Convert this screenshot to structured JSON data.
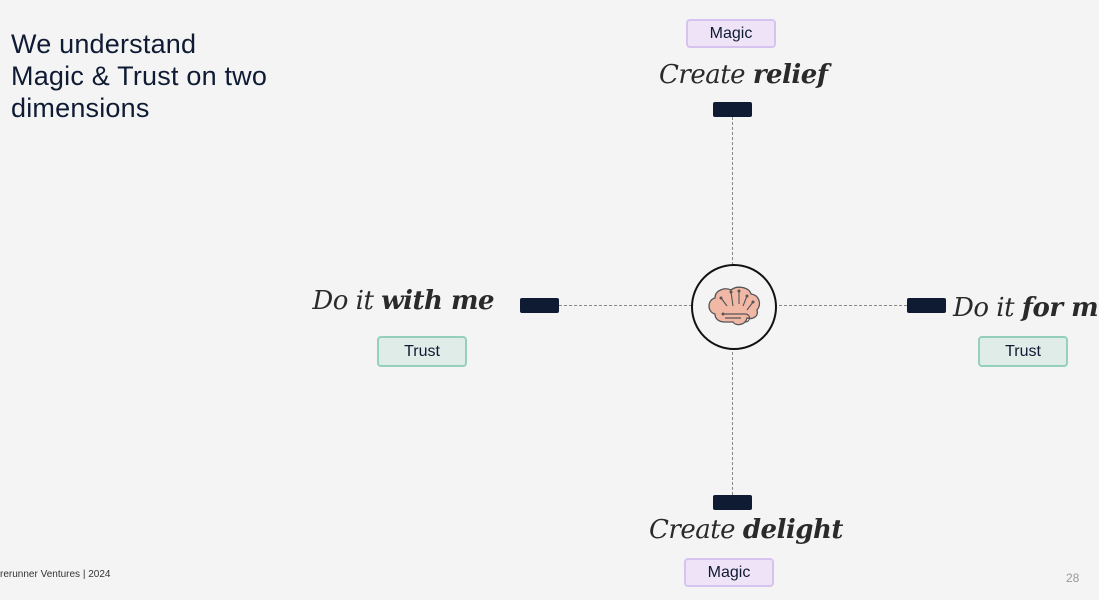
{
  "title": "We understand Magic & Trust on two dimensions",
  "footer": "rerunner Ventures | 2024",
  "page_number": "28",
  "center_icon": "brain-icon",
  "top": {
    "tag": "Magic",
    "phrase_plain": "Create",
    "phrase_bold": "relief"
  },
  "bottom": {
    "tag": "Magic",
    "phrase_plain": "Create",
    "phrase_bold": "delight"
  },
  "left": {
    "tag": "Trust",
    "phrase_plain": "Do it",
    "phrase_bold": "with me"
  },
  "right": {
    "tag": "Trust",
    "phrase_plain": "Do it",
    "phrase_bold": "for me"
  },
  "colors": {
    "navy": "#0f1a33",
    "magic_bg": "#efe4f7",
    "trust_bg": "#e0ece8",
    "brain": "#f2b8a6"
  }
}
